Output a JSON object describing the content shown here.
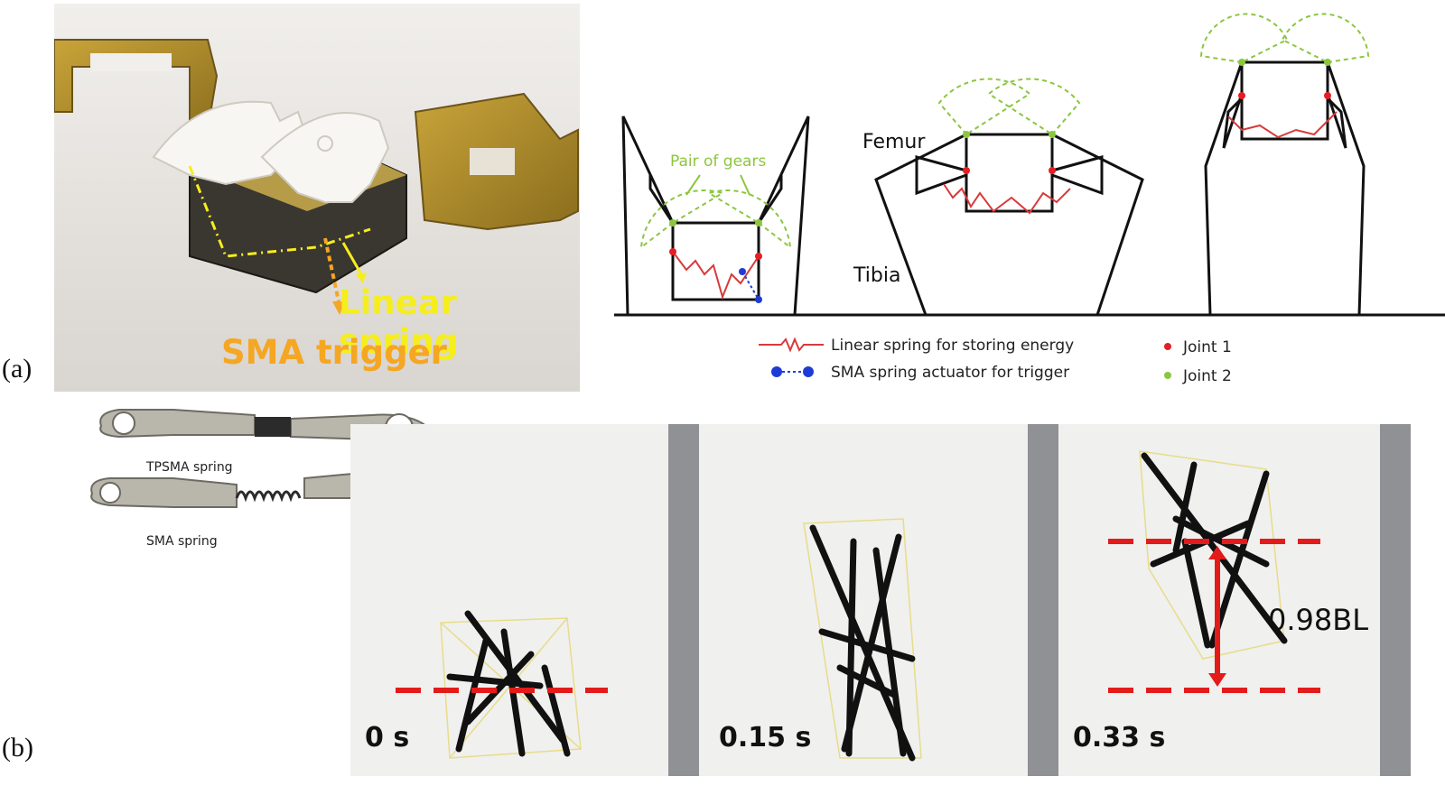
{
  "panels": {
    "a": {
      "label": "(a)",
      "photo": {
        "linear_spring_label": "Linear spring",
        "sma_trigger_label": "SMA trigger",
        "colors": {
          "linear": "#f5ee1c",
          "sma": "#f5a623"
        }
      },
      "diagram": {
        "pair_of_gears": "Pair of gears",
        "femur": "Femur",
        "tibia": "Tibia",
        "legend": {
          "linear_spring": "Linear spring for storing energy",
          "sma_actuator": "SMA spring actuator for trigger",
          "joint1": "Joint 1",
          "joint2": "Joint 2"
        },
        "colors": {
          "spring": "#d83a3a",
          "gear": "#8cc63f",
          "sma": "#1f3bd6",
          "joint1": "#e51e25",
          "joint2": "#8cc63f"
        }
      }
    },
    "b": {
      "label": "(b)",
      "inset": {
        "tpsma_label": "TPSMA spring",
        "sma_label": "SMA spring"
      },
      "frames": [
        {
          "time": "0 s"
        },
        {
          "time": "0.15 s"
        },
        {
          "time": "0.33 s"
        }
      ],
      "height_label": "0.98BL",
      "colors": {
        "marker": "#e31b1b"
      }
    }
  }
}
